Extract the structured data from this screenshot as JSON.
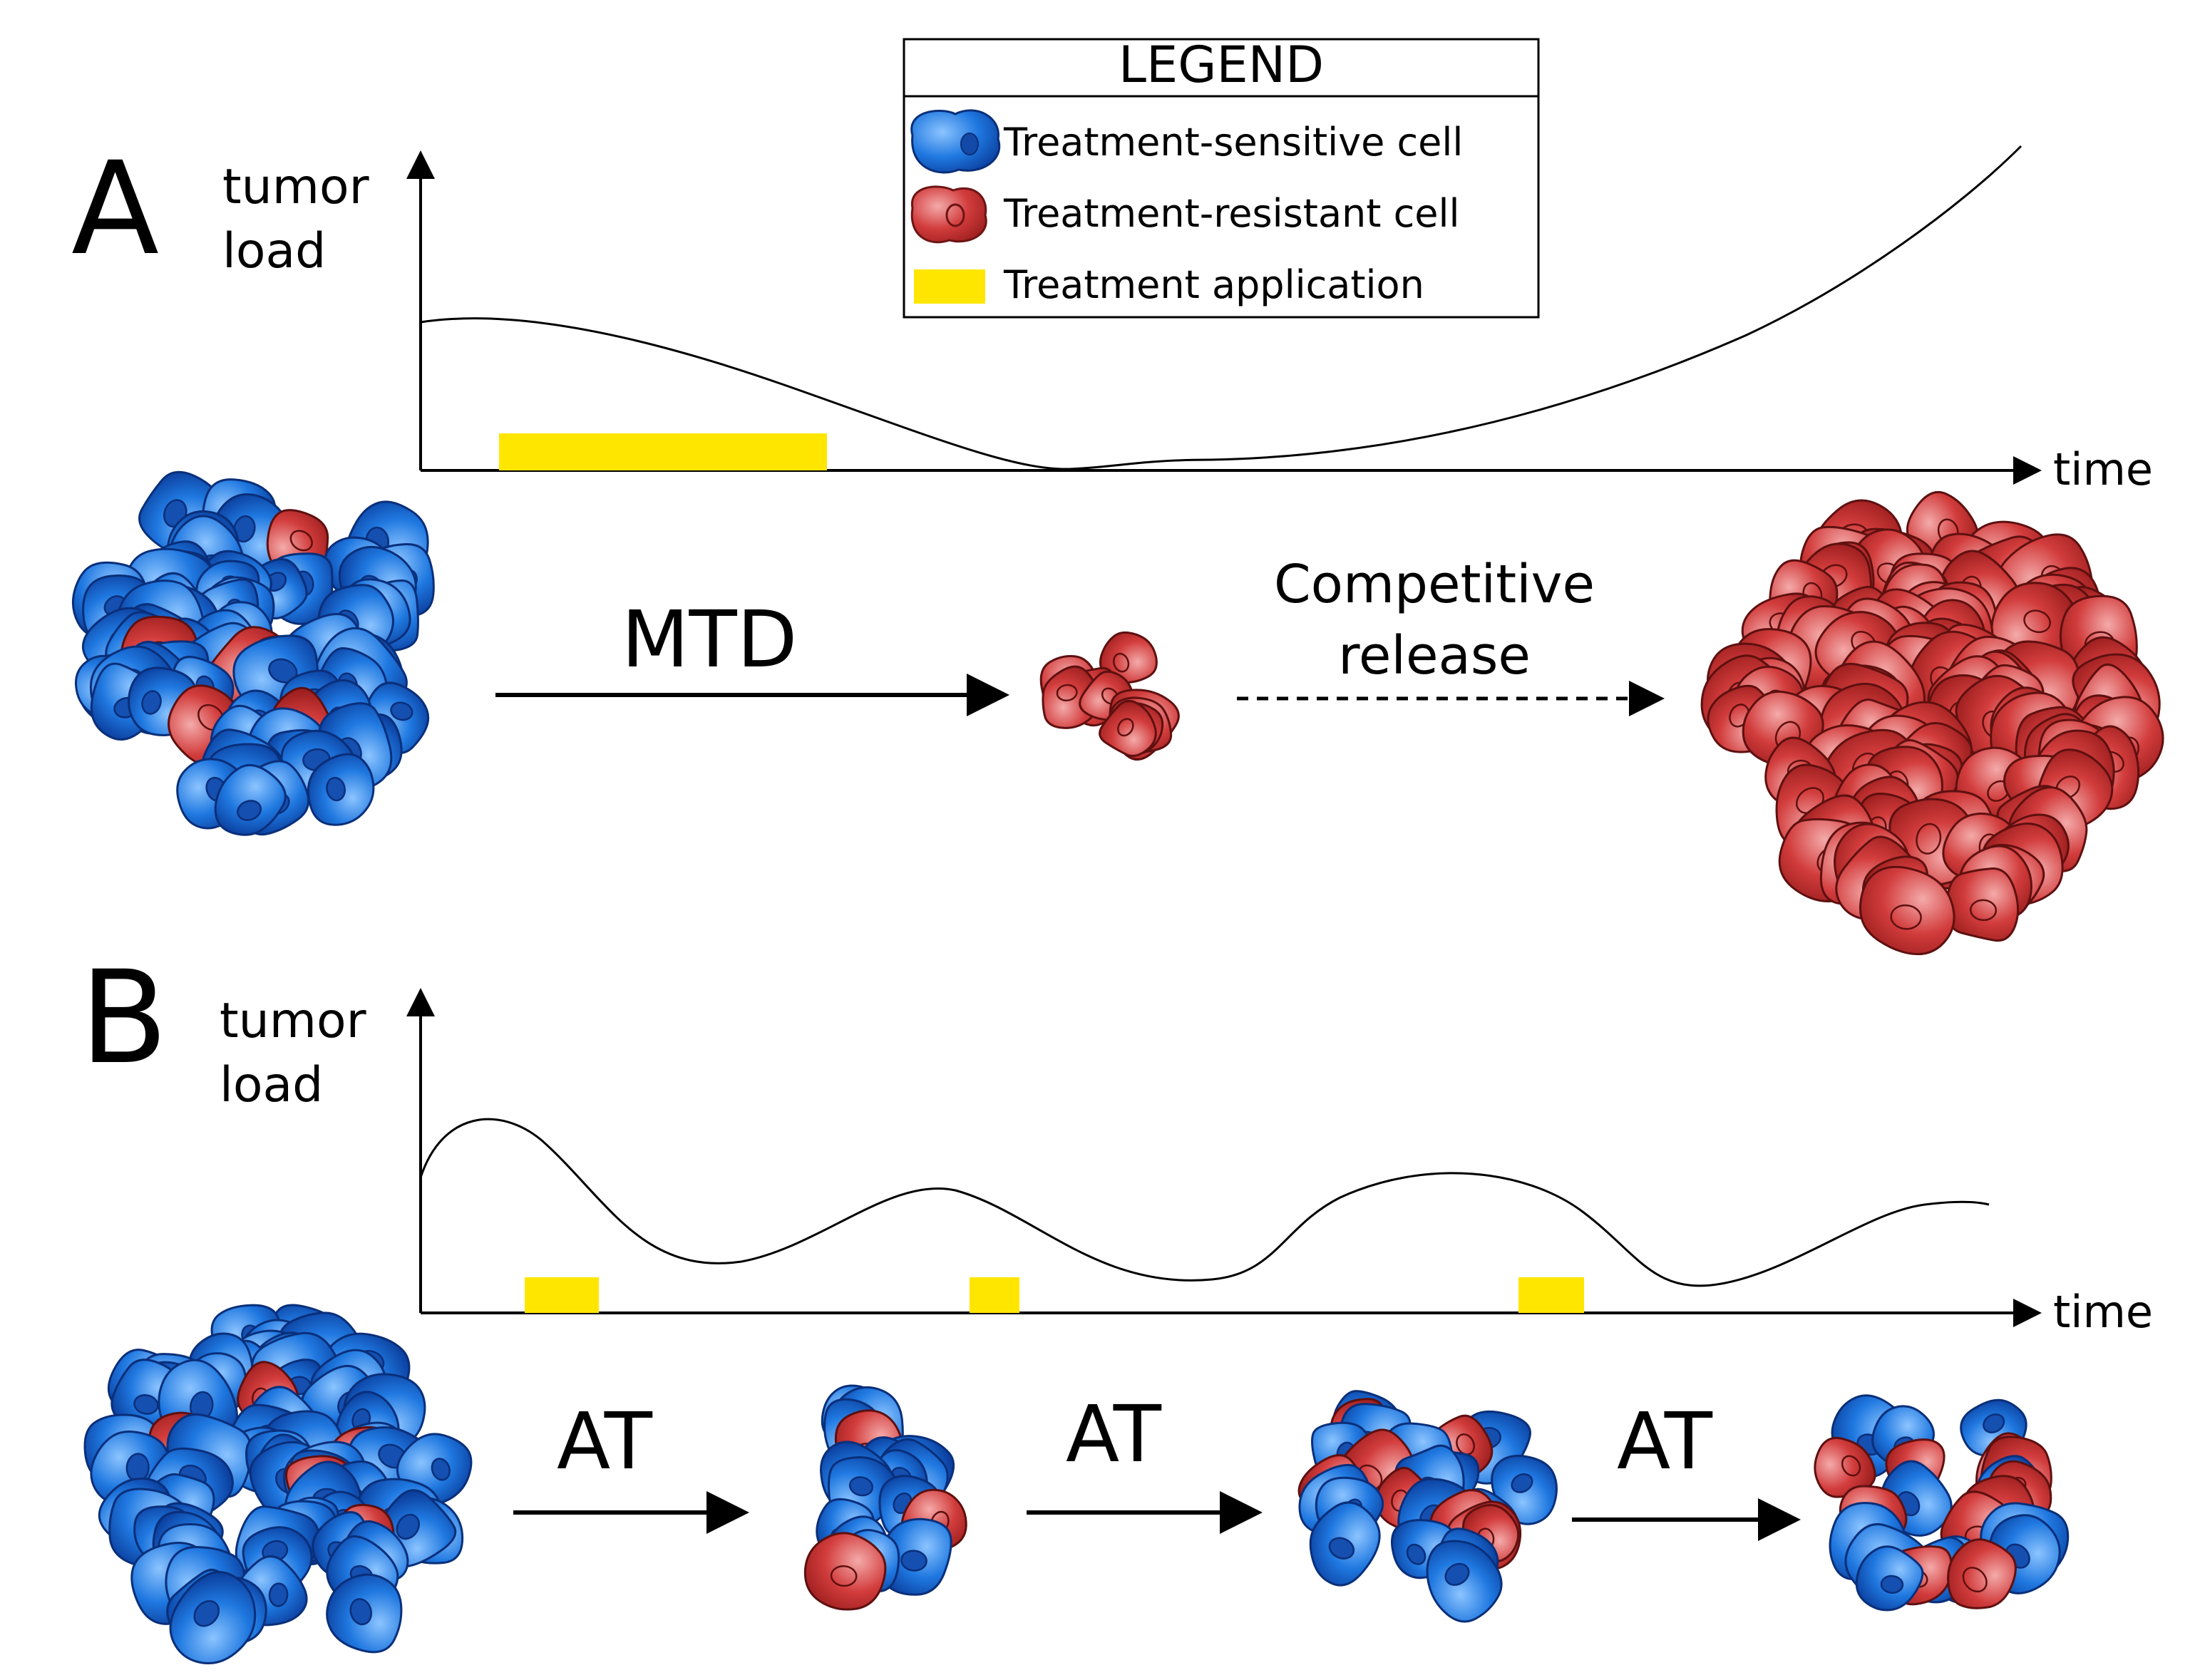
{
  "legend": {
    "title": "LEGEND",
    "items": [
      {
        "label": "Treatment-sensitive cell",
        "icon": "blue-cell-icon"
      },
      {
        "label": "Treatment-resistant cell",
        "icon": "red-cell-icon"
      },
      {
        "label": "Treatment application",
        "icon": "yellow-bar-icon"
      }
    ]
  },
  "panel_a": {
    "letter": "A",
    "ylabel_line1": "tumor",
    "ylabel_line2": "load",
    "xlabel": "time",
    "arrow1_label": "MTD",
    "arrow2_label_line1": "Competitive",
    "arrow2_label_line2": "release"
  },
  "panel_b": {
    "letter": "B",
    "ylabel_line1": "tumor",
    "ylabel_line2": "load",
    "xlabel": "time",
    "arrow_labels": [
      "AT",
      "AT",
      "AT"
    ]
  },
  "colors": {
    "sensitive": "#1e6fd9",
    "sensitive_light": "#6fb0f2",
    "resistant": "#d03a3a",
    "resistant_light": "#ee9a9a",
    "treatment": "#ffe600",
    "stroke": "#000000"
  }
}
